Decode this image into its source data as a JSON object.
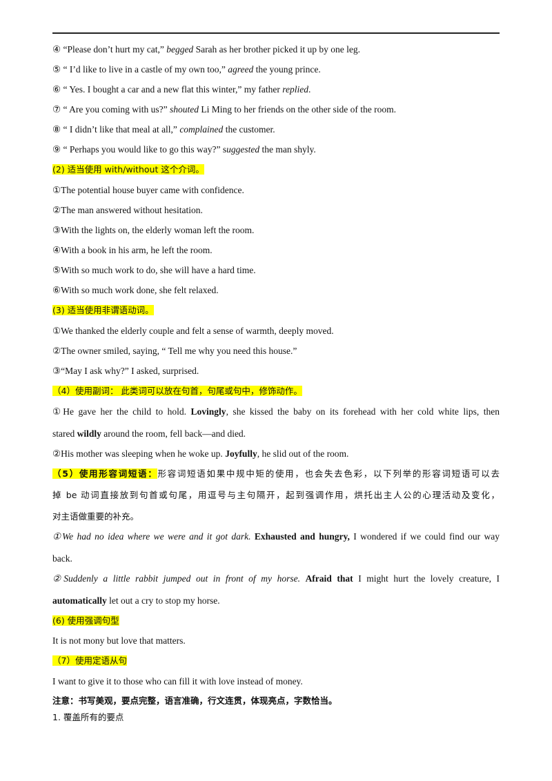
{
  "reporting_verbs": [
    {
      "mark": "④",
      "pre": "“Please don’t hurt my cat,” ",
      "verb": "begged",
      "post": " Sarah as her brother picked it up by one leg."
    },
    {
      "mark": "⑤",
      "pre": "“ I’d like to live in a castle of my own too,” ",
      "verb": "agreed",
      "post": " the young prince."
    },
    {
      "mark": "⑥",
      "pre": "“ Yes. I bought a car and a new flat this winter,” my father ",
      "verb": "replied",
      "post": "."
    },
    {
      "mark": "⑦",
      "pre": "“ Are you coming with us?” ",
      "verb": "shouted",
      "post": " Li Ming to her friends on the other side of the room."
    },
    {
      "mark": "⑧",
      "pre": "“ I didn’t like that meal at all,” ",
      "verb": "complained",
      "post": " the customer."
    },
    {
      "mark": "⑨",
      "pre": "“ Perhaps you would like to go this way?” s",
      "verb": "uggested",
      "post": " the man shyly."
    }
  ],
  "sec2": {
    "heading": "(2)  适当使用 with/without 这个介词。",
    "items": [
      "①The potential house buyer came with confidence.",
      "②The man answered without hesitation.",
      "③With the lights on, the elderly woman left the room.",
      "④With a book in his arm, he left the room.",
      "⑤With so much work to do, she will have a hard time.",
      "⑥With so much work done, she felt relaxed."
    ]
  },
  "sec3": {
    "heading": "(3)  适当使用非谓语动词。",
    "items": [
      "①We thanked the elderly couple and felt a sense of warmth, deeply moved.",
      "②The owner smiled, saying, “ Tell me why you need this house.”",
      "③“May I ask why?” I asked, surprised."
    ]
  },
  "sec4": {
    "heading": "（4）使用副词：  此类词可以放在句首，句尾或句中，修饰动作。",
    "ex1_a": "①He gave her the child to hold. ",
    "ex1_b": "Lovingly",
    "ex1_c": ", she kissed the baby on its forehead with her cold white lips, then",
    "ex1_d": "stared ",
    "ex1_e": "wildly",
    "ex1_f": " around the room, fell back—and died.",
    "ex2_a": "②His mother was sleeping when he woke up. ",
    "ex2_b": "Joyfully",
    "ex2_c": ", he slid out of the room."
  },
  "sec5": {
    "heading": "（5）使用形容词短语：",
    "desc1": "形容词短语如果中规中矩的使用，也会失去色彩，以下列举的形容词短语可以去",
    "desc2": "掉 be 动词直接放到句首或句尾，用逗号与主句隔开，起到强调作用，烘托出主人公的心理活动及变化，",
    "desc3": "对主语做重要的补充。",
    "ex1_a": "①We had no idea where we were and it got dark.",
    "ex1_b": "Exhausted and hungry,",
    "ex1_c": " I wondered if we could find our way",
    "ex1_d": "back.",
    "ex2_a": "②Suddenly a little rabbit jumped out in front of my horse.",
    "ex2_b": "Afraid  that",
    "ex2_c": " I might hurt the lovely creature, I",
    "ex2_d": "automatically",
    "ex2_e": " let out a cry to stop my horse."
  },
  "sec6": {
    "heading": "(6)  使用强调句型",
    "item": "It is not mony but love that matters."
  },
  "sec7": {
    "heading": "（7）使用定语从句",
    "item": "I want to give it to those who can fill it with love instead of money."
  },
  "note": "注意：书写美观，要点完整，语言准确，行文连贯，体现亮点，字数恰当。",
  "point1": "1.  覆盖所有的要点"
}
